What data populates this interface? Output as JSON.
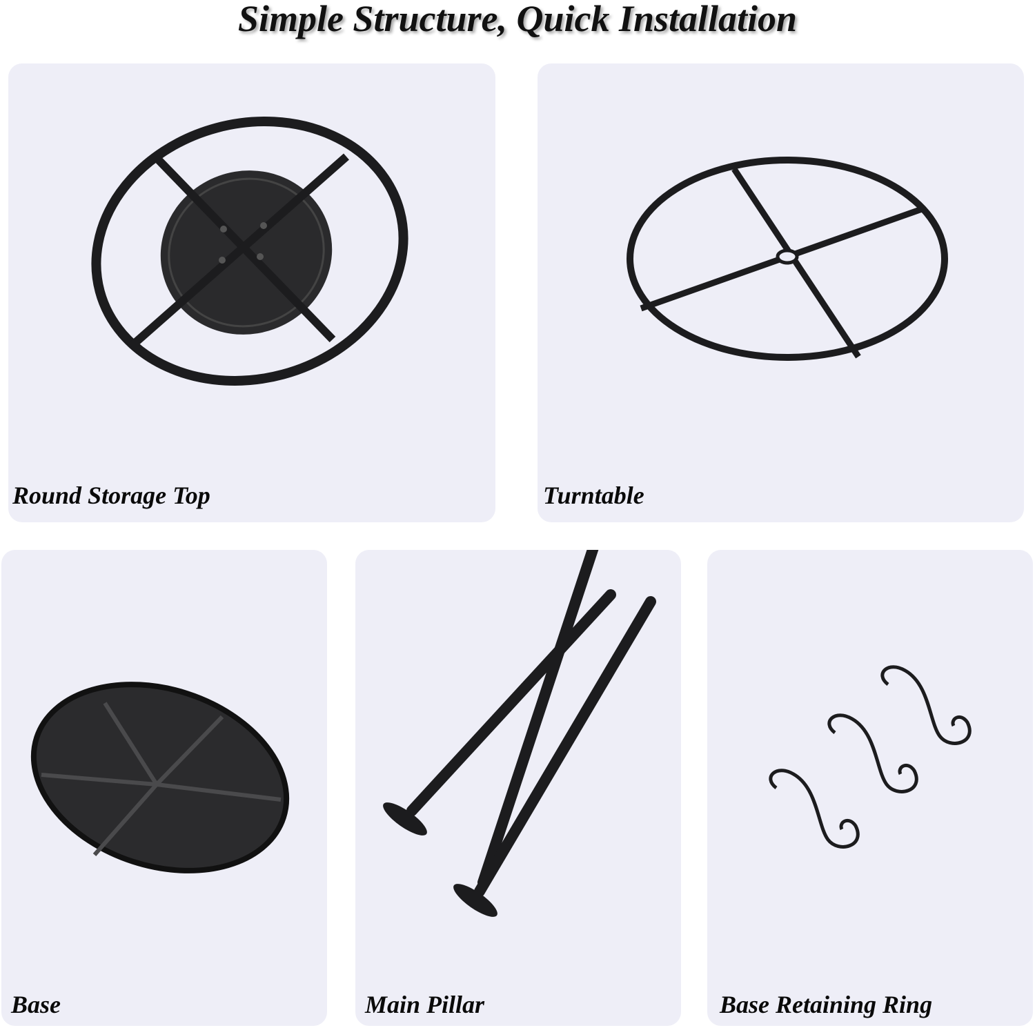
{
  "title": "Simple Structure, Quick Installation",
  "parts": [
    {
      "label": "Round Storage Top"
    },
    {
      "label": "Turntable"
    },
    {
      "label": "Base"
    },
    {
      "label": "Main Pillar"
    },
    {
      "label": "Base Retaining Ring"
    }
  ],
  "colors": {
    "panel": "#eeeef7",
    "metal": "#1c1c1e"
  }
}
